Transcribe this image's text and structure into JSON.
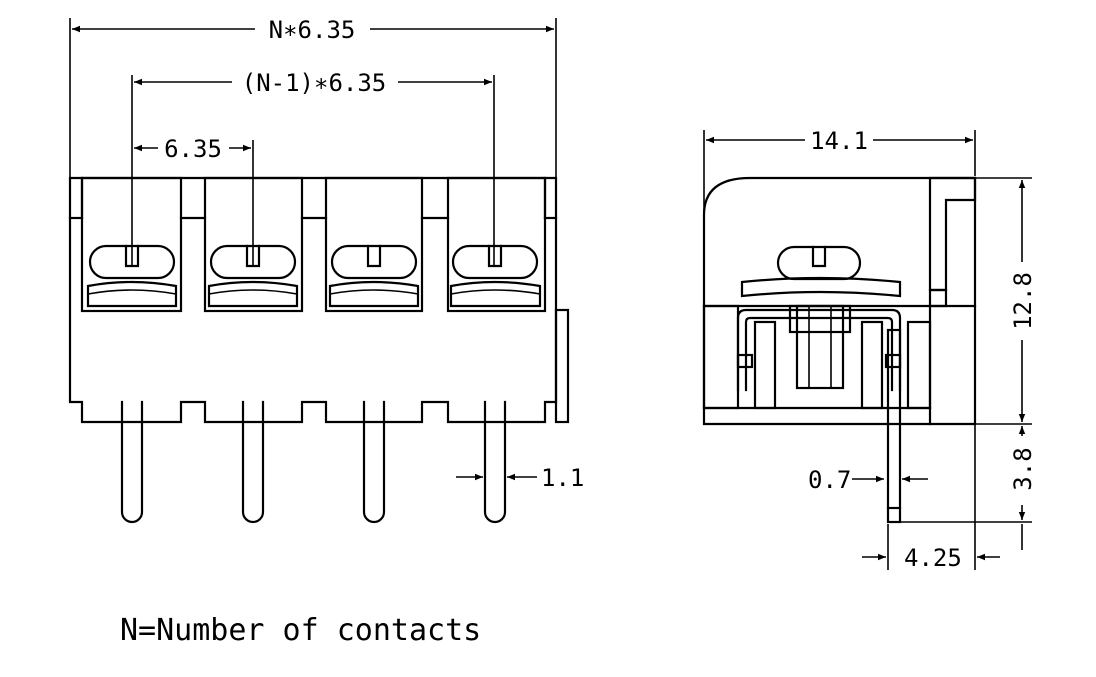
{
  "front_view": {
    "dim_total": "N∗6.35",
    "dim_span": "(N-1)∗6.35",
    "dim_pitch": "6.35",
    "dim_pin_width": "1.1"
  },
  "side_view": {
    "dim_width": "14.1",
    "dim_height": "12.8",
    "dim_pin_length": "3.8",
    "dim_pin_thickness": "0.7",
    "dim_pin_offset": "4.25"
  },
  "note": "N=Number of contacts"
}
